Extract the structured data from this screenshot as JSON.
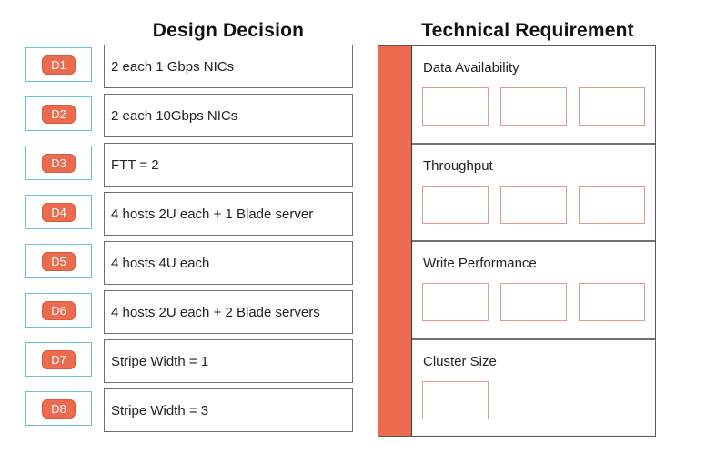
{
  "left_panel": {
    "title": "Design Decision",
    "decisions": [
      {
        "id": "D1",
        "label": "2 each 1 Gbps NICs"
      },
      {
        "id": "D2",
        "label": "2 each 10Gbps NICs"
      },
      {
        "id": "D3",
        "label": "FTT = 2"
      },
      {
        "id": "D4",
        "label": "4 hosts 2U each + 1 Blade server"
      },
      {
        "id": "D5",
        "label": "4 hosts 4U each"
      },
      {
        "id": "D6",
        "label": "4 hosts 2U each + 2 Blade servers"
      },
      {
        "id": "D7",
        "label": "Stripe Width = 1"
      },
      {
        "id": "D8",
        "label": "Stripe Width = 3"
      }
    ]
  },
  "right_panel": {
    "title": "Technical Requirement",
    "requirements": [
      {
        "label": "Data Availability",
        "slots": 3
      },
      {
        "label": "Throughput",
        "slots": 3
      },
      {
        "label": "Write Performance",
        "slots": 3
      },
      {
        "label": "Cluster Size",
        "slots": 1
      }
    ]
  },
  "colors": {
    "badge_orange": "#ec6a4d",
    "badge_border": "#d85a3c",
    "tag_box_border": "#6bc2d6",
    "slot_border": "#dd9a90",
    "table_border": "#6e6e6e",
    "section_divider": "#707070",
    "accent_bar": "#ec6a4d"
  }
}
